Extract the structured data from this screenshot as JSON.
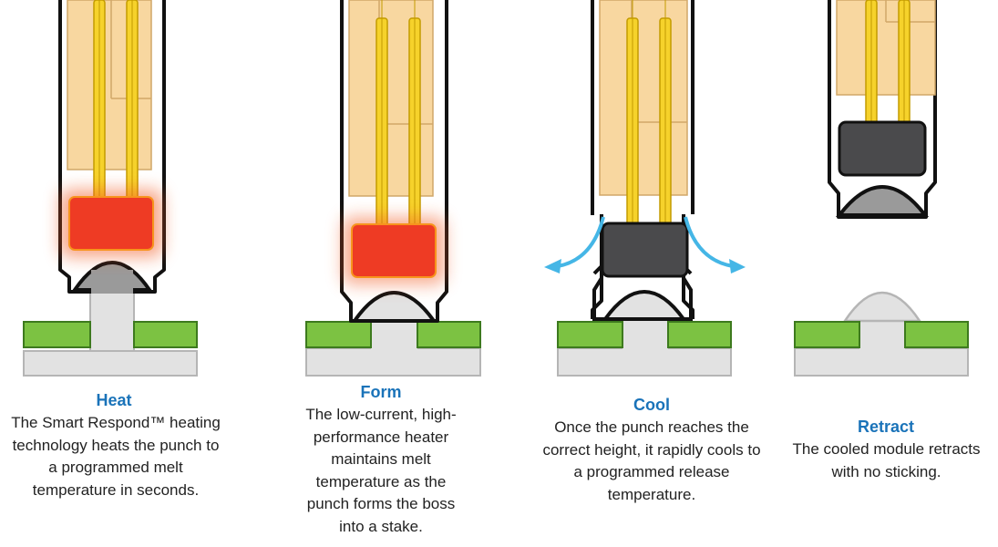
{
  "colors": {
    "heater_hot": "#ee3b24",
    "heater_cool": "#4a4a4c",
    "wire": "#f6d22b",
    "insulator": "#f8d7a0",
    "board": "#7cc242",
    "plastic": "#e2e2e2",
    "air_flow": "#45b6e6",
    "title": "#1a73b9"
  },
  "steps": [
    {
      "id": "heat",
      "title": "Heat",
      "description": "The Smart Respond™ heating technology heats the punch to a programmed melt temperature in seconds."
    },
    {
      "id": "form",
      "title": "Form",
      "description": "The low-current, high-performance heater maintains melt temperature as the punch forms the boss into a stake."
    },
    {
      "id": "cool",
      "title": "Cool",
      "description": "Once the punch reaches the correct height, it rapidly cools to a programmed release temperature."
    },
    {
      "id": "retract",
      "title": "Retract",
      "description": "The cooled module retracts with no sticking."
    }
  ]
}
